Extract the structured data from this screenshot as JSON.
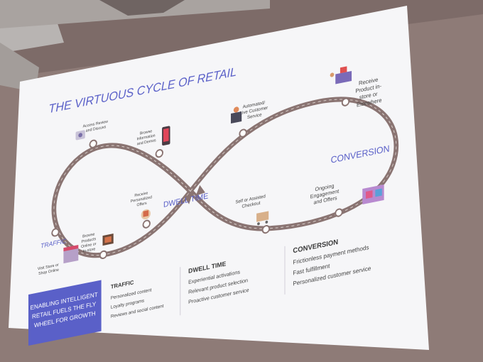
{
  "slide": {
    "title": "THE VIRTUOUS CYCLE OF RETAIL",
    "center_label": "DWELL TIME",
    "traffic_label": "TRAFFIC",
    "conversion_label": "CONVERSION"
  },
  "steps": {
    "access_reviews": [
      "Access Review",
      "and Discuss"
    ],
    "browse_info": [
      "Browse",
      "Information",
      "and Demos"
    ],
    "receive_offers": [
      "Receive",
      "Personalized",
      "Offers"
    ],
    "browse_products": [
      "Browse",
      "Products",
      "Online or",
      "In-store"
    ],
    "visit_store": [
      "Visit Store or",
      "Shop Online"
    ],
    "live_service": [
      "Automated/",
      "Live Customer",
      "Service"
    ],
    "receive_product": [
      "Receive",
      "Product in-",
      "store or",
      "Elsewhere"
    ],
    "self_checkout": [
      "Self or Assisted",
      "Checkout"
    ],
    "ongoing": [
      "Ongoing",
      "Engagement",
      "and Offers"
    ]
  },
  "banner": {
    "lines": [
      "ENABLING INTELLIGENT",
      "RETAIL FUELS THE FLY",
      "WHEEL FOR GROWTH"
    ]
  },
  "columns": [
    {
      "heading": "TRAFFIC",
      "items": [
        "Personalized content",
        "Loyalty programs",
        "Reviews and social content"
      ]
    },
    {
      "heading": "DWELL TIME",
      "items": [
        "Experiential activations",
        "Relevant product selection",
        "Proactive customer service"
      ]
    },
    {
      "heading": "CONVERSION",
      "items": [
        "Frictionless payment methods",
        "Fast fulfillment",
        "Personalized customer service"
      ]
    }
  ],
  "colors": {
    "accent": "#5a60c8",
    "path": "#8a7472",
    "screen": "#f6f6f8",
    "wall": "#8f7c78"
  }
}
